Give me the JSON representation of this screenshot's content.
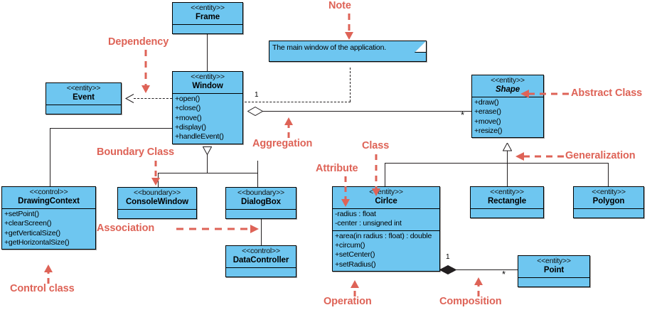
{
  "diagram": {
    "title": "UML Class Diagram",
    "colors": {
      "class_fill": "#6ec6f0",
      "class_border": "#000000",
      "connector": "#231f20",
      "annotation": "#de6357",
      "background": "#ffffff"
    }
  },
  "classes": [
    {
      "id": "frame",
      "stereotype": "<<entity>>",
      "name": "Frame",
      "abstract": false,
      "attributes": [],
      "operations": []
    },
    {
      "id": "window",
      "stereotype": "<<entity>>",
      "name": "Window",
      "abstract": false,
      "attributes": [],
      "operations": [
        "+open()",
        "+close()",
        "+move()",
        "+display()",
        "+handleEvent()"
      ]
    },
    {
      "id": "event",
      "stereotype": "<<entity>>",
      "name": "Event",
      "abstract": false,
      "attributes": [],
      "operations": []
    },
    {
      "id": "shape",
      "stereotype": "<<entity>>",
      "name": "Shape",
      "abstract": true,
      "attributes": [],
      "operations": [
        "+draw()",
        "+erase()",
        "+move()",
        "+resize()"
      ]
    },
    {
      "id": "drawingcontext",
      "stereotype": "<<control>>",
      "name": "DrawingContext",
      "abstract": false,
      "attributes": [],
      "operations": [
        "+setPoint()",
        "+clearScreen()",
        "+getVerticalSize()",
        "+getHorizontalSize()"
      ]
    },
    {
      "id": "consolewindow",
      "stereotype": "<<boundary>>",
      "name": "ConsoleWindow",
      "abstract": false,
      "attributes": [],
      "operations": []
    },
    {
      "id": "dialogbox",
      "stereotype": "<<boundary>>",
      "name": "DialogBox",
      "abstract": false,
      "attributes": [],
      "operations": []
    },
    {
      "id": "datacontroller",
      "stereotype": "<<control>>",
      "name": "DataController",
      "abstract": false,
      "attributes": [],
      "operations": []
    },
    {
      "id": "circle",
      "stereotype": "<<entity>>",
      "name": "Cirlce",
      "abstract": false,
      "attributes": [
        "-radius : float",
        "-center : unsigned int"
      ],
      "operations": [
        "+area(in radius : float) : double",
        "+circum()",
        "+setCenter()",
        "+setRadius()"
      ]
    },
    {
      "id": "rectangle",
      "stereotype": "<<entity>>",
      "name": "Rectangle",
      "abstract": false,
      "attributes": [],
      "operations": []
    },
    {
      "id": "polygon",
      "stereotype": "<<entity>>",
      "name": "Polygon",
      "abstract": false,
      "attributes": [],
      "operations": []
    },
    {
      "id": "point",
      "stereotype": "<<entity>>",
      "name": "Point",
      "abstract": false,
      "attributes": [],
      "operations": []
    }
  ],
  "note": {
    "text": "The main window of the application."
  },
  "multiplicities": {
    "window_aggregation": "1",
    "shape_aggregation": "*",
    "circle_composition": "1",
    "point_composition": "*"
  },
  "annotations": [
    {
      "id": "note",
      "label": "Note"
    },
    {
      "id": "dependency",
      "label": "Dependency"
    },
    {
      "id": "abstract-class",
      "label": "Abstract Class"
    },
    {
      "id": "aggregation",
      "label": "Aggregation"
    },
    {
      "id": "boundary-class",
      "label": "Boundary Class"
    },
    {
      "id": "class",
      "label": "Class"
    },
    {
      "id": "attribute",
      "label": "Attribute"
    },
    {
      "id": "generalization",
      "label": "Generalization"
    },
    {
      "id": "association",
      "label": "Association"
    },
    {
      "id": "control-class",
      "label": "Control class"
    },
    {
      "id": "operation",
      "label": "Operation"
    },
    {
      "id": "composition",
      "label": "Composition"
    }
  ]
}
